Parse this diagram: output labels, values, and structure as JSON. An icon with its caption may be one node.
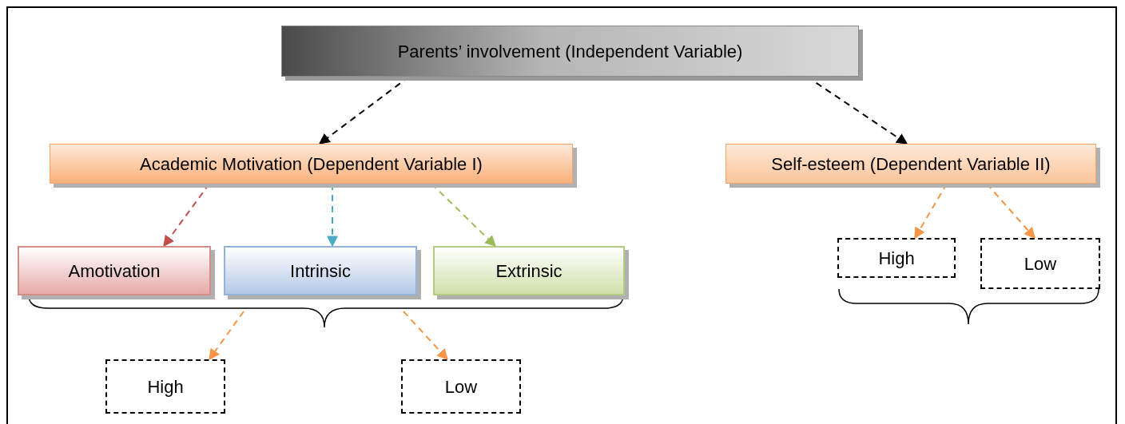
{
  "diagram": {
    "nodes": [
      {
        "text": [
          "Parents’ involvement (Independent Variable)"
        ]
      },
      {
        "text": [
          "Academic Motivation (Dependent Variable I)"
        ]
      },
      {
        "text": [
          "Self-esteem (Dependent Variable II)"
        ]
      },
      {
        "text": [
          "Amotivation"
        ]
      },
      {
        "text": [
          "Intrinsic"
        ]
      },
      {
        "text": [
          "Extrinsic"
        ]
      },
      {
        "text": [
          "High"
        ]
      },
      {
        "text": [
          "Low"
        ]
      },
      {
        "text": [
          "High"
        ]
      },
      {
        "text": [
          "Low"
        ]
      }
    ],
    "edges": [
      {
        "from": 0,
        "to": 1,
        "arrow": "to",
        "style": "dashed",
        "color": "#000000"
      },
      {
        "from": 0,
        "to": 2,
        "arrow": "to",
        "style": "dashed",
        "color": "#000000"
      },
      {
        "from": 1,
        "to": 3,
        "arrow": "to",
        "style": "dashed",
        "color": "#c0504d"
      },
      {
        "from": 1,
        "to": 4,
        "arrow": "to",
        "style": "dashed",
        "color": "#4bacc6"
      },
      {
        "from": 1,
        "to": 5,
        "arrow": "to",
        "style": "dashed",
        "color": "#9bbb59"
      },
      {
        "from": null,
        "to": 6,
        "arrow": "to",
        "style": "dashed",
        "color": "#f79646"
      },
      {
        "from": null,
        "to": 7,
        "arrow": "to",
        "style": "dashed",
        "color": "#f79646"
      },
      {
        "from": 2,
        "to": 8,
        "arrow": "to",
        "style": "dashed",
        "color": "#f79646"
      },
      {
        "from": 2,
        "to": 9,
        "arrow": "to",
        "style": "dashed",
        "color": "#f79646"
      }
    ]
  }
}
